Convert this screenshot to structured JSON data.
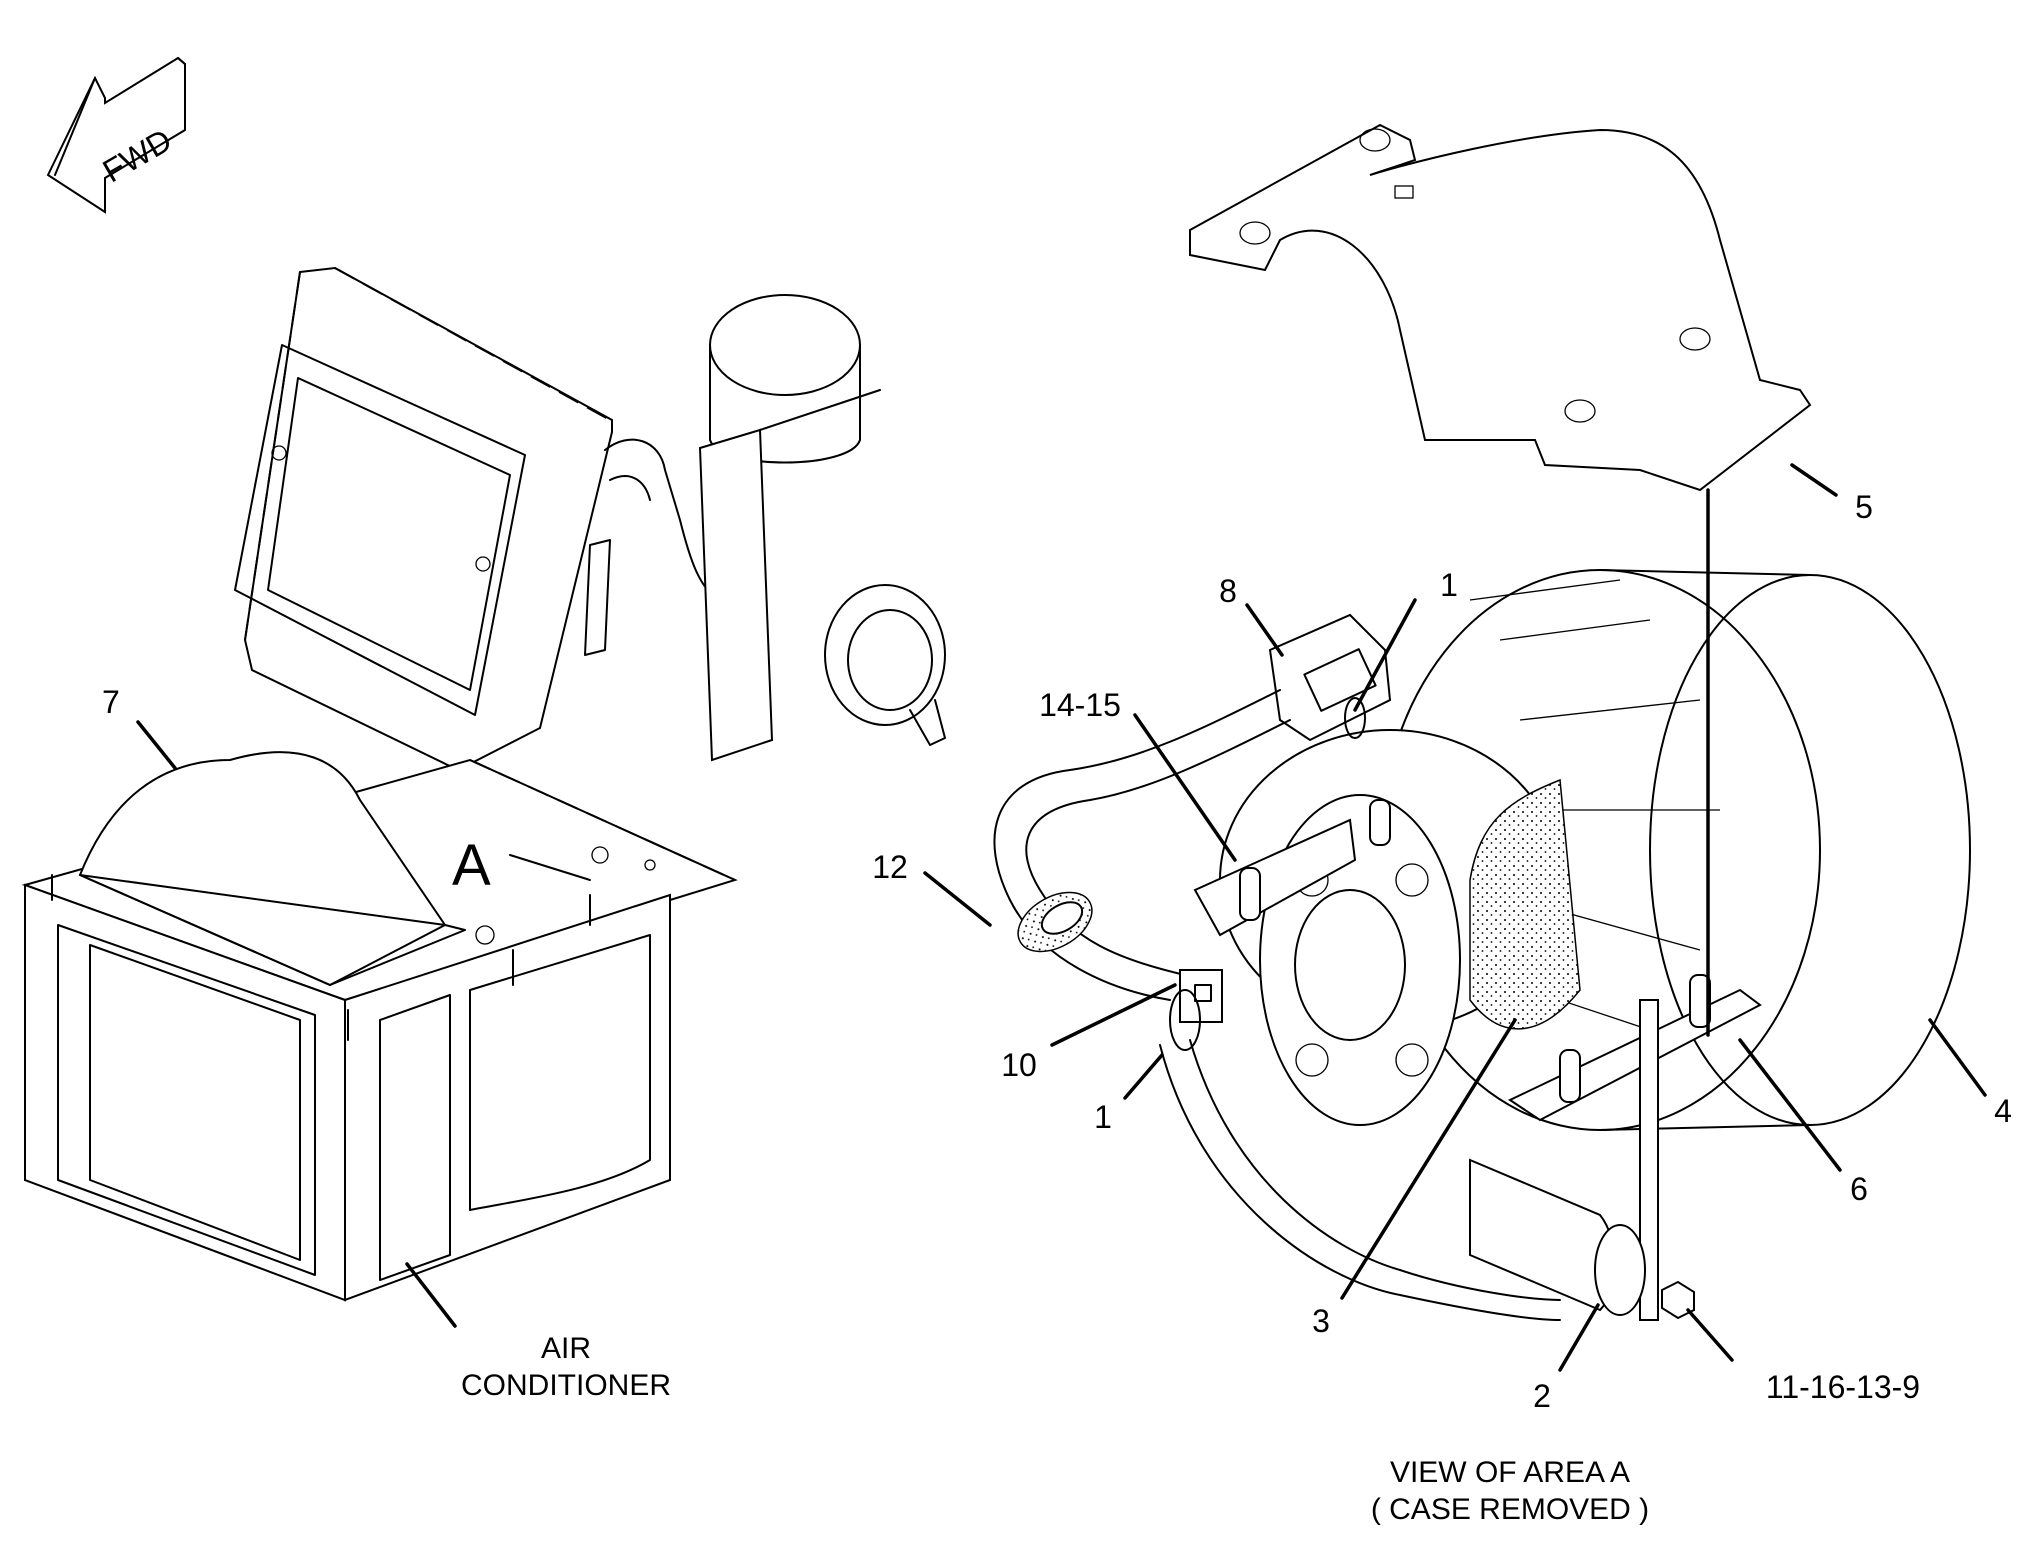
{
  "orientation": {
    "arrow_label": "FWD"
  },
  "left_assembly": {
    "area_marker": "A",
    "caption_line1": "AIR",
    "caption_line2": "CONDITIONER",
    "callouts": [
      {
        "id": "7"
      }
    ]
  },
  "detail_view": {
    "caption_line1": "VIEW OF AREA A",
    "caption_line2": "( CASE REMOVED )",
    "callouts": [
      {
        "id": "5"
      },
      {
        "id": "8"
      },
      {
        "id": "1"
      },
      {
        "id": "14-15"
      },
      {
        "id": "12"
      },
      {
        "id": "10"
      },
      {
        "id": "1"
      },
      {
        "id": "4"
      },
      {
        "id": "6"
      },
      {
        "id": "3"
      },
      {
        "id": "2"
      },
      {
        "id": "11-16-13-9"
      }
    ]
  },
  "colors": {
    "ink": "#000000",
    "paper": "#ffffff"
  }
}
